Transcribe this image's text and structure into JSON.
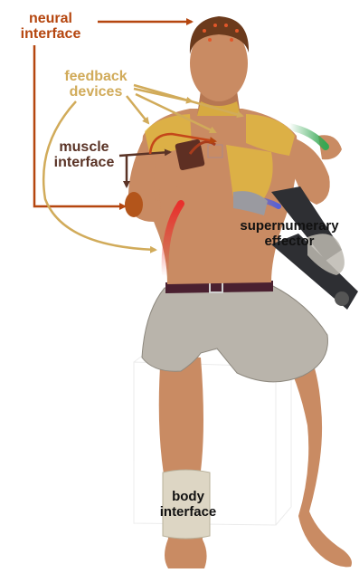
{
  "labels": {
    "neural": {
      "line1": "neural",
      "line2": "interface",
      "color": "#b5460f"
    },
    "feedback": {
      "line1": "feedback",
      "line2": "devices",
      "color": "#d1ab5a"
    },
    "muscle": {
      "line1": "muscle",
      "line2": "interface",
      "color": "#5a3326"
    },
    "effector": {
      "line1": "supernumerary",
      "line2": "effector",
      "color": "#111111"
    },
    "body": {
      "line1": "body",
      "line2": "interface",
      "color": "#111111"
    }
  },
  "colors": {
    "skin": "#c98b63",
    "skin_dark": "#a8683f",
    "shorts": "#b9b4ab",
    "belt": "#4a2030",
    "hair": "#6b3a1c",
    "feedback_fill": "#e5c03a",
    "muscle_pad": "#5e2f23",
    "wristband": "#b3551b",
    "red_arc": "#e8302c",
    "green_arc": "#35a853",
    "blue_arc": "#5560d8",
    "effector_dark": "#2e2f33",
    "effector_light": "#9a9aa0",
    "cuff": "#ddd6c4"
  },
  "icons": [
    "human-figure",
    "robotic-arm",
    "electrode-pads"
  ]
}
